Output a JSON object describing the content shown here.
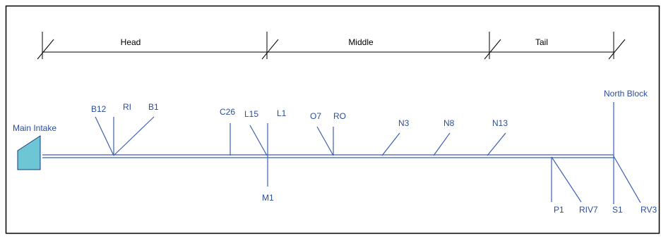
{
  "colors": {
    "canal": "#3b5fae",
    "label": "#2b4d9a",
    "intake_fill": "#6cc6d4",
    "frame": "#000000"
  },
  "sections": [
    {
      "label": "Head"
    },
    {
      "label": "Middle"
    },
    {
      "label": "Tail"
    }
  ],
  "intake": {
    "label": "Main Intake"
  },
  "outlets": {
    "b12": "B12",
    "ri": "RI",
    "b1": "B1",
    "c26": "C26",
    "l15": "L15",
    "l1": "L1",
    "m1": "M1",
    "o7": "O7",
    "ro": "RO",
    "n3": "N3",
    "n8": "N8",
    "n13": "N13",
    "p1": "P1",
    "riv7": "RIV7",
    "north_block": "North Block",
    "s1": "S1",
    "rv3": "RV3"
  }
}
